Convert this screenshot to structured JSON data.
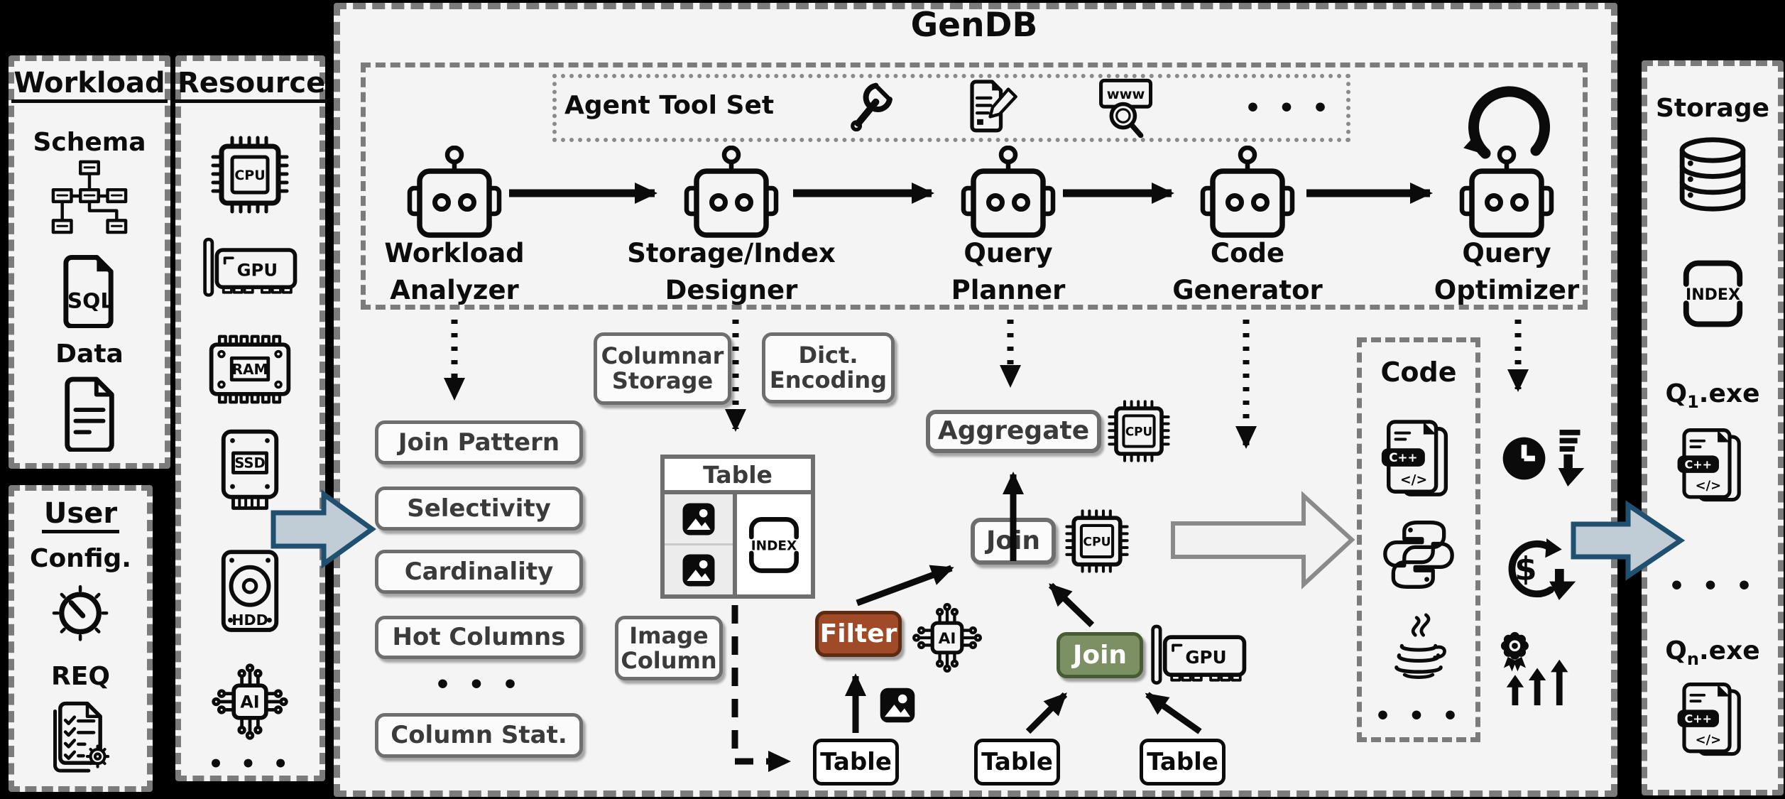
{
  "gendb": {
    "title": "GenDB"
  },
  "toolset": {
    "label": "Agent Tool Set",
    "www": "www",
    "ellipsis": "• • •"
  },
  "agents": [
    {
      "line1": "Workload",
      "line2": "Analyzer"
    },
    {
      "line1": "Storage/Index",
      "line2": "Designer"
    },
    {
      "line1": "Query",
      "line2": "Planner"
    },
    {
      "line1": "Code",
      "line2": "Generator"
    },
    {
      "line1": "Query",
      "line2": "Optimizer"
    }
  ],
  "workload_panel": {
    "title": "Workload",
    "schema_label": "Schema",
    "sql_label": "SQL",
    "data_label": "Data"
  },
  "user_panel": {
    "title": "User",
    "config_label": "Config.",
    "req_label": "REQ"
  },
  "resource_panel": {
    "title": "Resource",
    "cpu": "CPU",
    "gpu": "GPU",
    "ram": "RAM",
    "ssd": "SSD",
    "hdd": "HDD",
    "ai": "AI",
    "ellipsis": "• • •"
  },
  "analysis": {
    "items": [
      "Join Pattern",
      "Selectivity",
      "Cardinality",
      "Hot Columns",
      "Column Stat."
    ],
    "ellipsis": "• • •"
  },
  "storage_design": {
    "columnar_line1": "Columnar",
    "columnar_line2": "Storage",
    "dict_line1": "Dict.",
    "dict_line2": "Encoding",
    "table_title": "Table",
    "index_label": "INDEX",
    "image_line1": "Image",
    "image_line2": "Column"
  },
  "plan": {
    "aggregate": "Aggregate",
    "join_cpu": "Join",
    "filter": "Filter",
    "join_gpu": "Join",
    "table1": "Table",
    "table2": "Table",
    "table3": "Table",
    "cpu_label": "CPU",
    "gpu_label": "GPU",
    "ai_label": "AI"
  },
  "code_panel": {
    "title": "Code",
    "cpp_label": "C++",
    "cpp_code": "</>",
    "ellipsis": "• • •"
  },
  "metrics": {
    "cost_symbol": "$"
  },
  "output_panel": {
    "storage_label": "Storage",
    "index_label": "INDEX",
    "q1_base": "Q",
    "q1_sub": "1",
    "q1_ext": ".exe",
    "qn_base": "Q",
    "qn_sub": "n",
    "qn_ext": ".exe",
    "ellipsis": "• • •",
    "cpp_label": "C++",
    "cpp_code": "</>"
  }
}
